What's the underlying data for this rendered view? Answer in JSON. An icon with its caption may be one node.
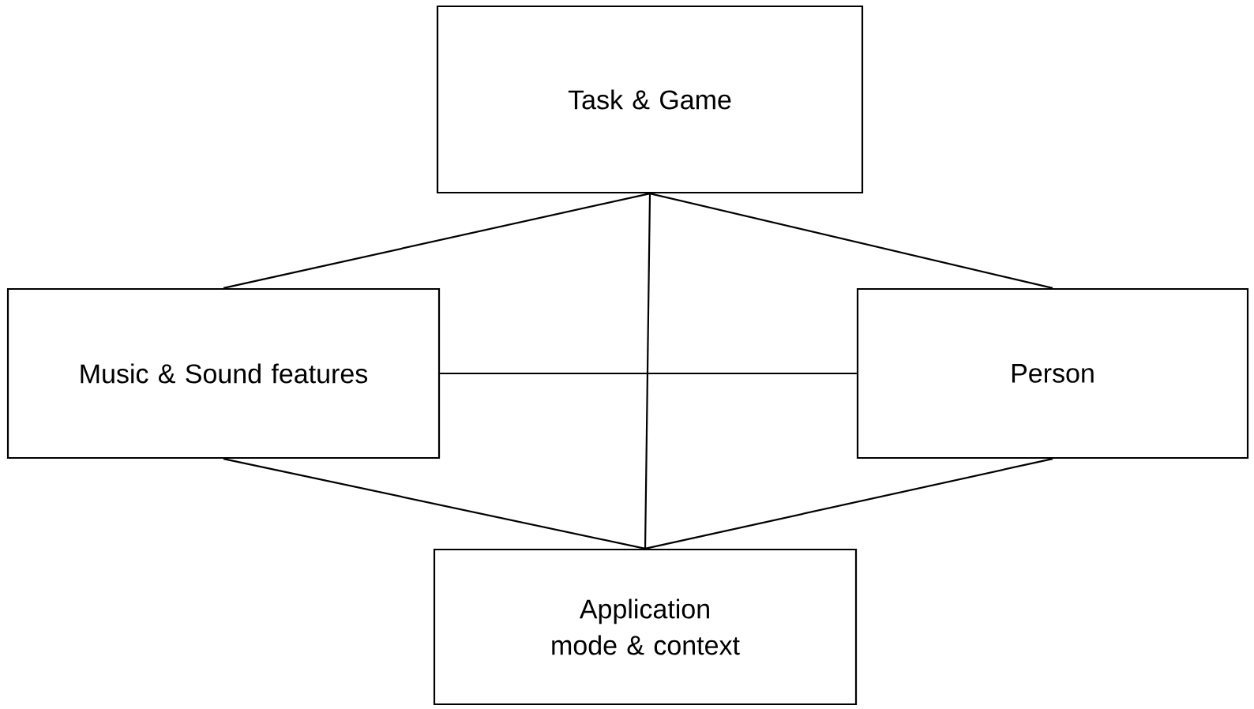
{
  "diagram": {
    "nodes": [
      {
        "text": [
          "Task & Game"
        ]
      },
      {
        "text": [
          "Music & Sound features"
        ]
      },
      {
        "text": [
          "Person"
        ]
      },
      {
        "text": [
          "Application mode & context"
        ]
      }
    ],
    "edges": [
      {
        "from": 0,
        "to": 1,
        "arrow": "none"
      },
      {
        "from": 0,
        "to": 2,
        "arrow": "none"
      },
      {
        "from": 0,
        "to": 3,
        "arrow": "none"
      },
      {
        "from": 1,
        "to": 2,
        "arrow": "none"
      },
      {
        "from": 1,
        "to": 3,
        "arrow": "none"
      },
      {
        "from": 2,
        "to": 3,
        "arrow": "none"
      }
    ]
  }
}
